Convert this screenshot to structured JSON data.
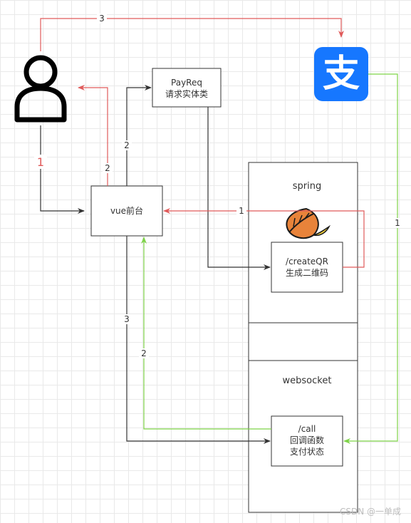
{
  "colors": {
    "red": "#e05a5a",
    "green": "#7ed348",
    "dark": "#333333",
    "alipay": "#1677ff"
  },
  "nodes": {
    "payreq": {
      "line1": "PayReq",
      "line2": "请求实体类"
    },
    "vue": {
      "label": "vue前台"
    },
    "spring": {
      "label": "spring"
    },
    "createqr": {
      "line1": "/createQR",
      "line2": "生成二维码"
    },
    "websocket": {
      "label": "websocket"
    },
    "call": {
      "line1": "/call",
      "line2": "回调函数",
      "line3": "支付状态"
    }
  },
  "icons": {
    "user": "user-icon",
    "alipay": "alipay-logo",
    "alipay_glyph": "支",
    "spring": "spring-leaf-icon"
  },
  "edge_labels": {
    "user_to_alipay": "3",
    "user_to_vue": "1",
    "vue_to_user": "2",
    "vue_to_payreq": "2",
    "createqr_to_vue": "1",
    "vue_to_call": "3",
    "call_to_vue": "2",
    "alipay_to_call": "1"
  },
  "watermark": "CSDN @一单成"
}
